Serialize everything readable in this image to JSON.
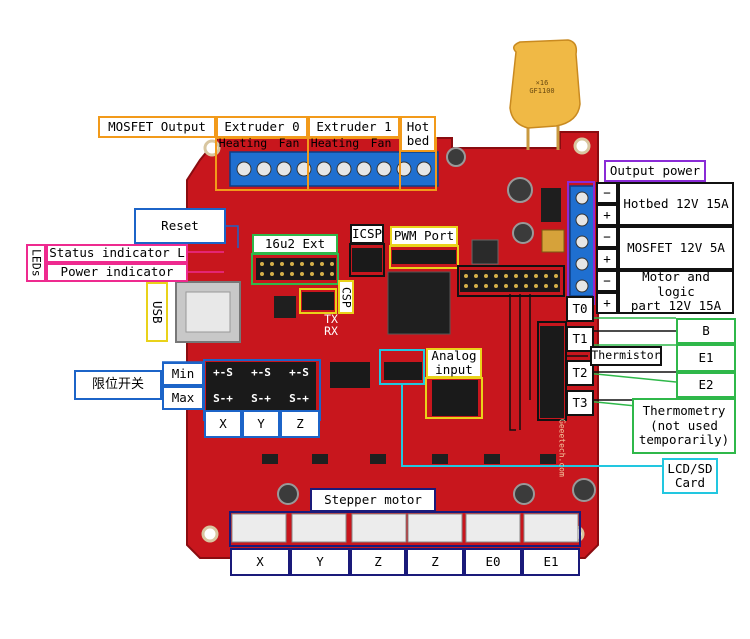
{
  "labels": {
    "mosfet_output": "MOSFET Output",
    "extruder0": "Extruder 0",
    "extruder0_heating": "Heating",
    "extruder0_fan": "Fan",
    "extruder1": "Extruder 1",
    "extruder1_heating": "Heating",
    "extruder1_fan": "Fan",
    "hotbed": "Hot\nbed",
    "output_power": "Output power",
    "hotbed_power": "Hotbed 12V 15A",
    "mosfet_power": "MOSFET 12V 5A",
    "motor_logic_power": "Motor and logic\npart 12V 15A",
    "minus": "−",
    "plus": "+",
    "reset": "Reset",
    "leds": "LEDs",
    "status_indicator": "Status indicator L",
    "power_indicator": "Power indicator",
    "usb": "USB",
    "ext_16u2": "16u2 Ext",
    "icsp": "ICSP",
    "pwm_port": "PWM Port",
    "csp": "CSP",
    "tx": "TX",
    "rx": "RX",
    "analog_input": "Analog\ninput",
    "limit_switch": "限位开关",
    "min": "Min",
    "max": "Max",
    "pins_min": "+-S",
    "pins_max": "S-+",
    "axis_x": "X",
    "axis_y": "Y",
    "axis_z": "Z",
    "t0": "T0",
    "t1": "T1",
    "t2": "T2",
    "t3": "T3",
    "thermistor": "Thermistor",
    "therm_b": "B",
    "therm_e1": "E1",
    "therm_e2": "E2",
    "thermometry": "Thermometry\n(not used\ntemporarily)",
    "lcd_sd": "LCD/SD\nCard",
    "stepper_motor": "Stepper motor",
    "stepper_x": "X",
    "stepper_y": "Y",
    "stepper_z1": "Z",
    "stepper_z2": "Z",
    "stepper_e0": "E0",
    "stepper_e1": "E1",
    "fuse_mark": "×16\nGF1100",
    "brand_text": "Geeetech.com"
  },
  "colors": {
    "board_red": "#c8161d",
    "board_dark": "#9c0f14",
    "orange": "#f29a1a",
    "purple": "#8a2bd6",
    "pink": "#ee2a8f",
    "blue": "#1c64c8",
    "green": "#2fb84a",
    "yellow": "#e9d21a",
    "cyan": "#22c7e0",
    "navy": "#1a1a7a",
    "terminal_blue": "#1f6fd0",
    "fuse_yellow": "#f0b945"
  }
}
